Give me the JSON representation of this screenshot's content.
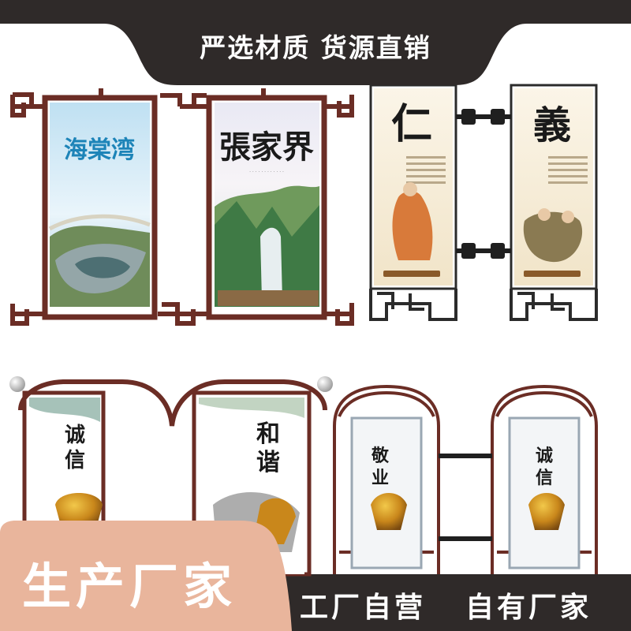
{
  "banner": {
    "title": "严选材质 货源直销"
  },
  "signs": {
    "p1_title": "海棠湾",
    "p2_title": "張家界",
    "p3_title": "仁",
    "p4_title": "義",
    "p5_title": "诚信",
    "p6_title": "和谐",
    "p7_title": "敬业",
    "p8_title": "诚信"
  },
  "promo": {
    "label": "生产厂家"
  },
  "tags": {
    "left": "工厂自营",
    "right": "自有厂家"
  },
  "colors": {
    "frame": "#6b2d25",
    "dark": "#2f2a29",
    "promo": "#e9b59c"
  }
}
